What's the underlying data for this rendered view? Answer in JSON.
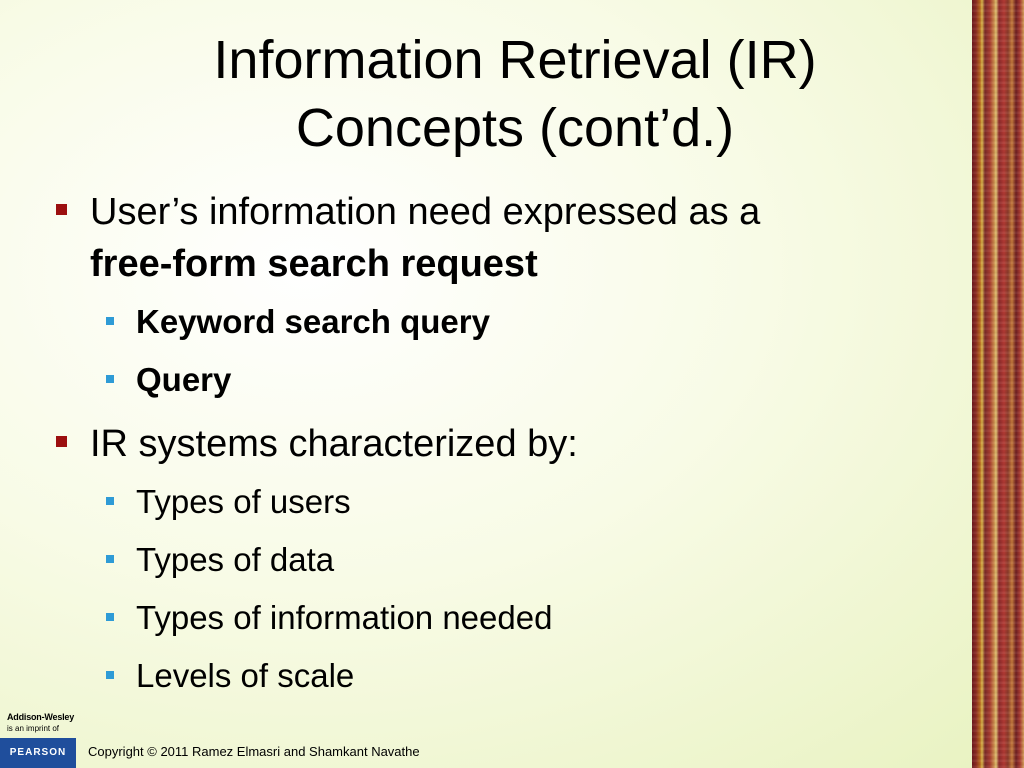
{
  "slide": {
    "title_line1": "Information Retrieval (IR)",
    "title_line2": "Concepts (cont’d.)"
  },
  "bullets": [
    {
      "text_plain": "User’s information need expressed as a",
      "text_bold": "free-form search request",
      "sub": [
        "Keyword search query",
        "Query"
      ]
    },
    {
      "text_plain": "IR systems characterized by:",
      "sub": [
        "Types of users",
        "Types of data",
        "Types of information needed",
        "Levels of scale"
      ]
    }
  ],
  "footer": {
    "publisher_line1": "Addison-Wesley",
    "publisher_line2": "is an imprint of",
    "pearson_logo": "PEARSON",
    "copyright": "Copyright © 2011 Ramez Elmasri and Shamkant Navathe"
  },
  "colors": {
    "level1_bullet": "#9c0f0f",
    "level2_bullet": "#2e9bd6",
    "pearson_blue": "#1f4e9c"
  }
}
